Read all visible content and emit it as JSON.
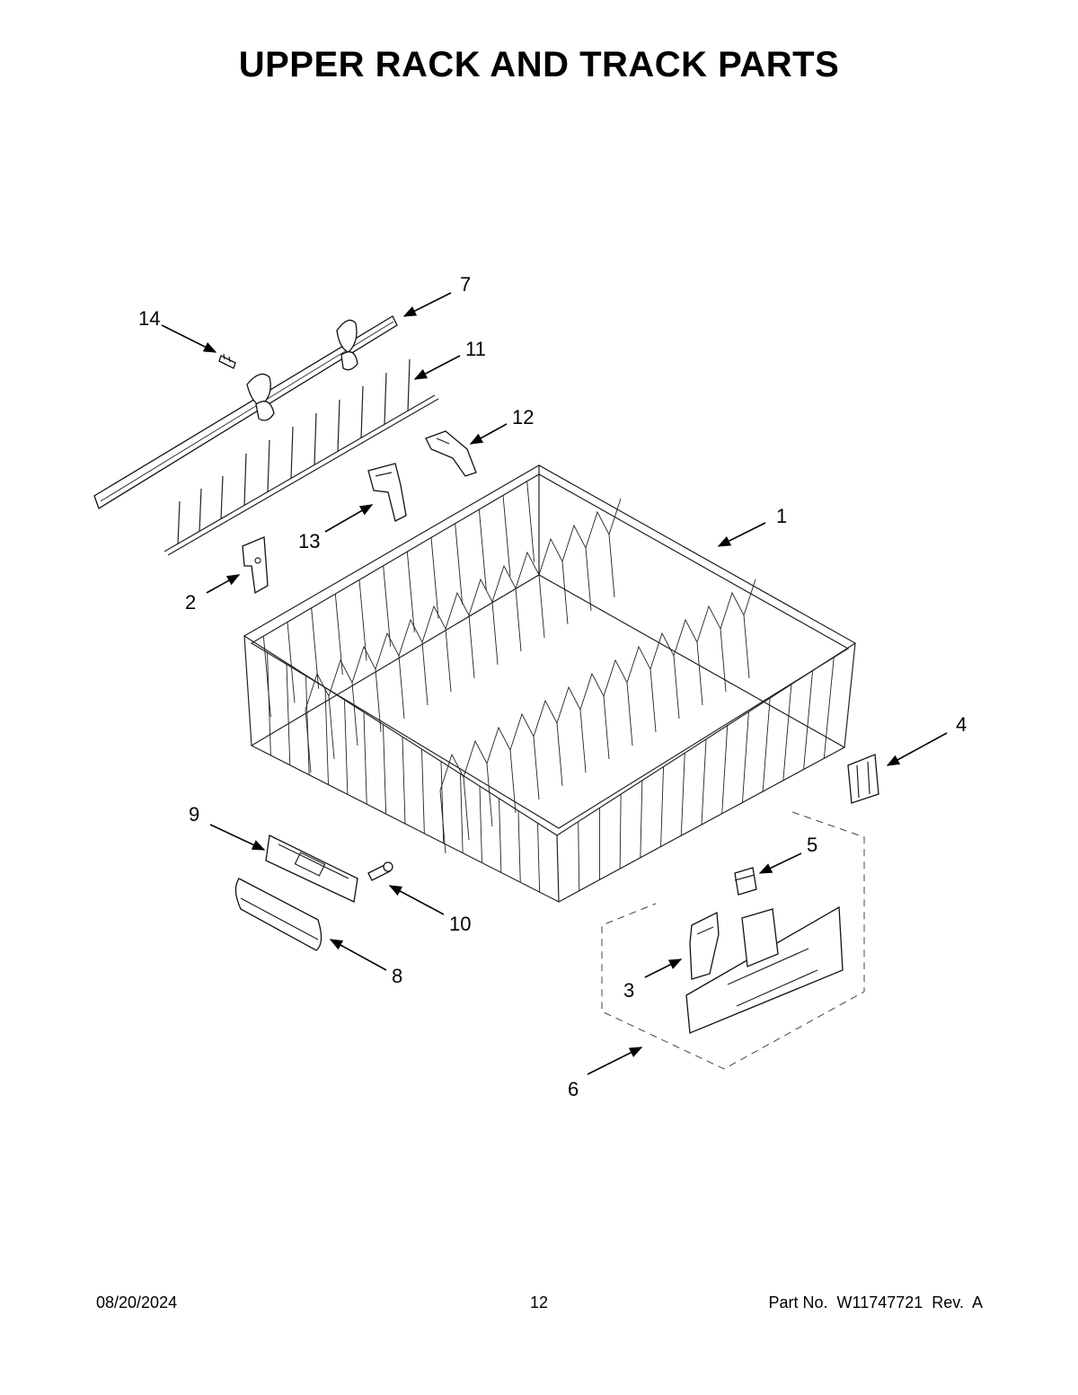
{
  "title": "UPPER RACK AND TRACK PARTS",
  "callouts": [
    {
      "key": "c1",
      "label": "1"
    },
    {
      "key": "c2",
      "label": "2"
    },
    {
      "key": "c3",
      "label": "3"
    },
    {
      "key": "c4",
      "label": "4"
    },
    {
      "key": "c5",
      "label": "5"
    },
    {
      "key": "c6",
      "label": "6"
    },
    {
      "key": "c7",
      "label": "7"
    },
    {
      "key": "c8",
      "label": "8"
    },
    {
      "key": "c9",
      "label": "9"
    },
    {
      "key": "c10",
      "label": "10"
    },
    {
      "key": "c11",
      "label": "11"
    },
    {
      "key": "c12",
      "label": "12"
    },
    {
      "key": "c13",
      "label": "13"
    },
    {
      "key": "c14",
      "label": "14"
    }
  ],
  "footer": {
    "date": "08/20/2024",
    "page": "12",
    "part": "Part No.  W11747721  Rev.  A"
  }
}
